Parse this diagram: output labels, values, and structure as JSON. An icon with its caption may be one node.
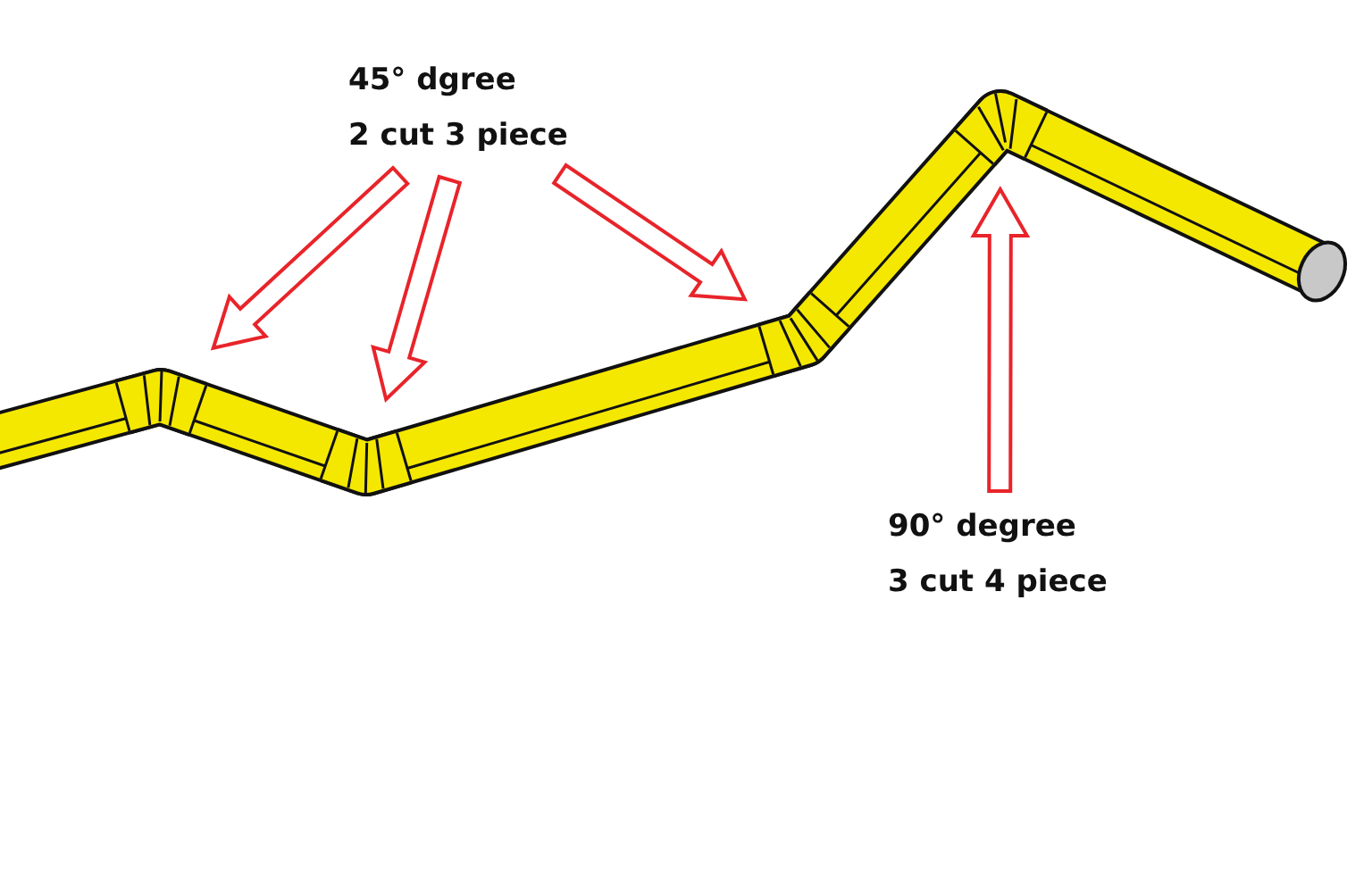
{
  "diagram": {
    "nodes": [
      {
        "text": [
          "45° dgree",
          "2 cut 3 piece"
        ]
      },
      {
        "text": [],
        "shape": "bend"
      },
      {
        "text": [],
        "shape": "bend"
      },
      {
        "text": [],
        "shape": "bend"
      },
      {
        "text": [],
        "shape": "bend"
      },
      {
        "text": [
          "90° degree",
          "3 cut 4 piece"
        ]
      }
    ],
    "edges": [
      {
        "from": 0,
        "to": 1,
        "arrow": "to"
      },
      {
        "from": 0,
        "to": 2,
        "arrow": "to"
      },
      {
        "from": 0,
        "to": 3,
        "arrow": "to"
      },
      {
        "from": 5,
        "to": 4,
        "arrow": "to"
      }
    ]
  }
}
